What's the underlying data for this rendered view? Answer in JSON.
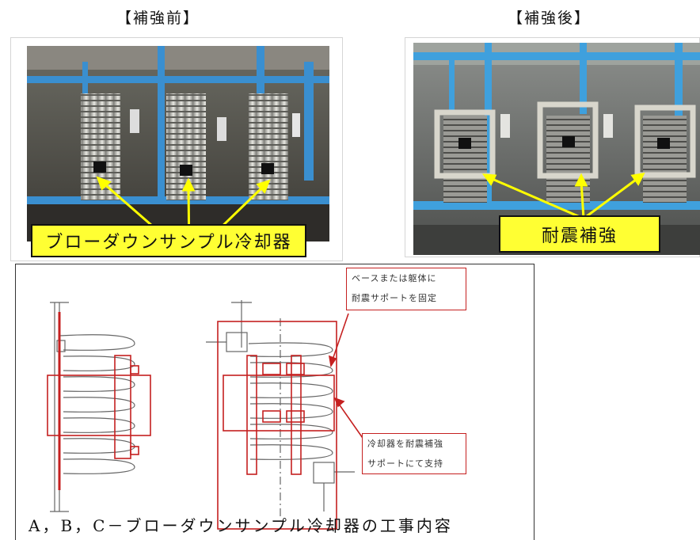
{
  "captions": {
    "before": "【補強前】",
    "after": "【補強後】"
  },
  "callouts": {
    "before": "ブローダウンサンプル冷却器",
    "after": "耐震補強"
  },
  "drawing": {
    "note_top": [
      "ベースまたは躯体に",
      "耐震サポートを固定"
    ],
    "note_bottom": [
      "冷却器を耐震補強",
      "サポートにて支持"
    ],
    "title": "A，B，C－ブローダウンサンプル冷却器の工事内容"
  },
  "colors": {
    "callout_fill": "#ffff33",
    "arrow": "#ffff00",
    "drawing_red": "#c52020"
  }
}
